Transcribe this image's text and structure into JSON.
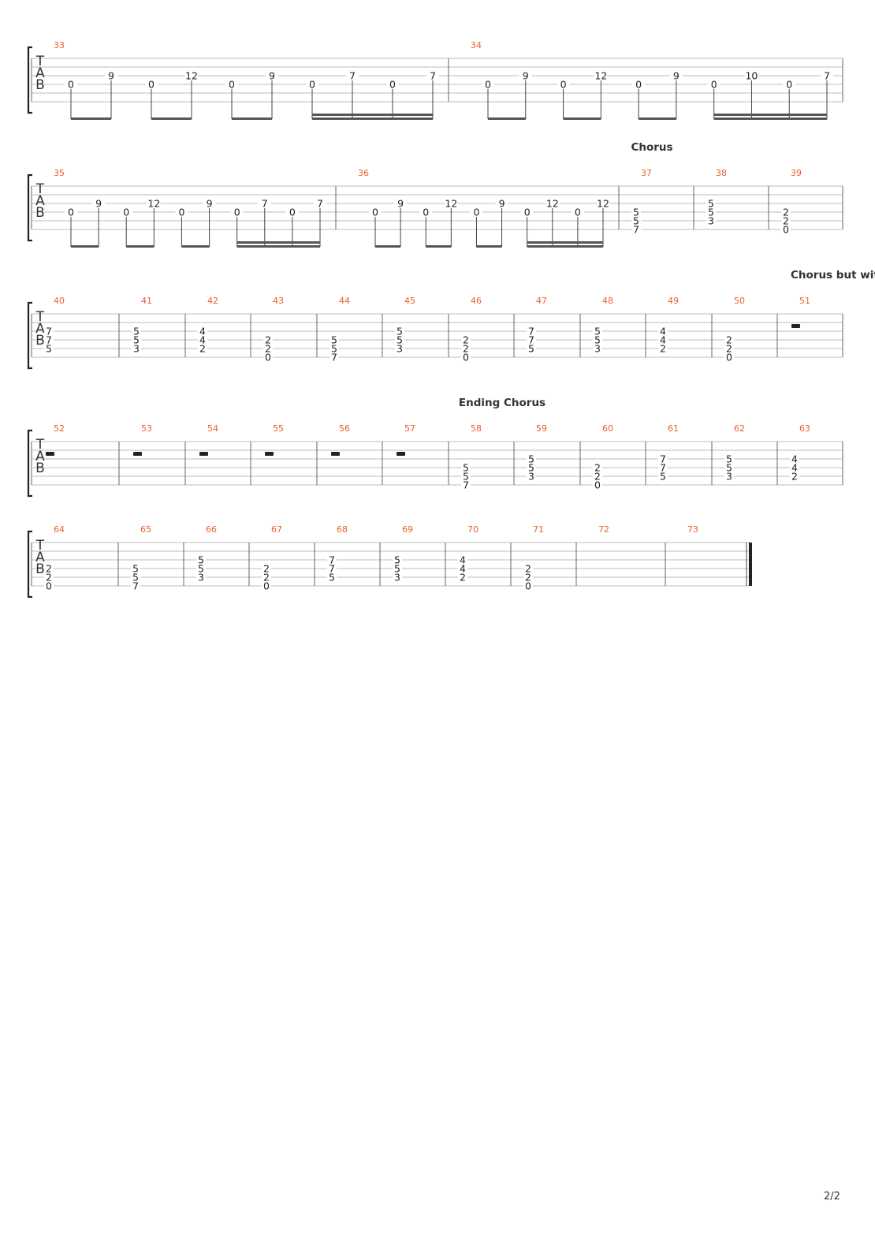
{
  "page": {
    "number": "2/2"
  },
  "colors": {
    "measure_number": "#e8602c",
    "ink": "#222222",
    "staff_line": "#bdbdbd"
  },
  "tab_clef": [
    "T",
    "A",
    "B"
  ],
  "systems": [
    {
      "section": "",
      "measures": [
        {
          "number": "33",
          "notes": [
            {
              "s": 4,
              "f": "0",
              "d": "8"
            },
            {
              "s": 3,
              "f": "9",
              "d": "8"
            },
            {
              "s": 4,
              "f": "0",
              "d": "8"
            },
            {
              "s": 3,
              "f": "12",
              "d": "8"
            },
            {
              "s": 4,
              "f": "0",
              "d": "8"
            },
            {
              "s": 3,
              "f": "9",
              "d": "8"
            },
            {
              "s": 4,
              "f": "0",
              "d": "16"
            },
            {
              "s": 3,
              "f": "7",
              "d": "16"
            },
            {
              "s": 4,
              "f": "0",
              "d": "16"
            },
            {
              "s": 3,
              "f": "7",
              "d": "16"
            }
          ]
        },
        {
          "number": "34",
          "notes": [
            {
              "s": 4,
              "f": "0",
              "d": "8"
            },
            {
              "s": 3,
              "f": "9",
              "d": "8"
            },
            {
              "s": 4,
              "f": "0",
              "d": "8"
            },
            {
              "s": 3,
              "f": "12",
              "d": "8"
            },
            {
              "s": 4,
              "f": "0",
              "d": "8"
            },
            {
              "s": 3,
              "f": "9",
              "d": "8"
            },
            {
              "s": 4,
              "f": "0",
              "d": "16"
            },
            {
              "s": 3,
              "f": "10",
              "d": "16"
            },
            {
              "s": 4,
              "f": "0",
              "d": "16"
            },
            {
              "s": 3,
              "f": "7",
              "d": "16"
            }
          ]
        }
      ]
    },
    {
      "section": "Chorus",
      "measures": [
        {
          "number": "35",
          "notes": [
            {
              "s": 4,
              "f": "0",
              "d": "8"
            },
            {
              "s": 3,
              "f": "9",
              "d": "8"
            },
            {
              "s": 4,
              "f": "0",
              "d": "8"
            },
            {
              "s": 3,
              "f": "12",
              "d": "8"
            },
            {
              "s": 4,
              "f": "0",
              "d": "8"
            },
            {
              "s": 3,
              "f": "9",
              "d": "8"
            },
            {
              "s": 4,
              "f": "0",
              "d": "16"
            },
            {
              "s": 3,
              "f": "7",
              "d": "16"
            },
            {
              "s": 4,
              "f": "0",
              "d": "16"
            },
            {
              "s": 3,
              "f": "7",
              "d": "16"
            }
          ]
        },
        {
          "number": "36",
          "notes": [
            {
              "s": 4,
              "f": "0",
              "d": "8"
            },
            {
              "s": 3,
              "f": "9",
              "d": "8"
            },
            {
              "s": 4,
              "f": "0",
              "d": "8"
            },
            {
              "s": 3,
              "f": "12",
              "d": "8"
            },
            {
              "s": 4,
              "f": "0",
              "d": "8"
            },
            {
              "s": 3,
              "f": "9",
              "d": "8"
            },
            {
              "s": 4,
              "f": "0",
              "d": "16"
            },
            {
              "s": 3,
              "f": "12",
              "d": "16"
            },
            {
              "s": 4,
              "f": "0",
              "d": "16"
            },
            {
              "s": 3,
              "f": "12",
              "d": "16"
            }
          ]
        },
        {
          "number": "37",
          "chord": {
            "4": "5",
            "5": "5",
            "6": "7"
          }
        },
        {
          "number": "38",
          "chord": {
            "3": "5",
            "4": "5",
            "5": "3"
          }
        },
        {
          "number": "39",
          "chord": {
            "4": "2",
            "5": "2",
            "6": "0"
          }
        }
      ]
    },
    {
      "section": "Chorus but wit",
      "measures": [
        {
          "number": "40",
          "chord": {
            "3": "7",
            "4": "7",
            "5": "5"
          }
        },
        {
          "number": "41",
          "chord": {
            "3": "5",
            "4": "5",
            "5": "3"
          }
        },
        {
          "number": "42",
          "chord": {
            "3": "4",
            "4": "4",
            "5": "2"
          }
        },
        {
          "number": "43",
          "chord": {
            "4": "2",
            "5": "2",
            "6": "0"
          }
        },
        {
          "number": "44",
          "chord": {
            "4": "5",
            "5": "5",
            "6": "7"
          }
        },
        {
          "number": "45",
          "chord": {
            "3": "5",
            "4": "5",
            "5": "3"
          }
        },
        {
          "number": "46",
          "chord": {
            "4": "2",
            "5": "2",
            "6": "0"
          }
        },
        {
          "number": "47",
          "chord": {
            "3": "7",
            "4": "7",
            "5": "5"
          }
        },
        {
          "number": "48",
          "chord": {
            "3": "5",
            "4": "5",
            "5": "3"
          }
        },
        {
          "number": "49",
          "chord": {
            "3": "4",
            "4": "4",
            "5": "2"
          }
        },
        {
          "number": "50",
          "chord": {
            "4": "2",
            "5": "2",
            "6": "0"
          }
        },
        {
          "number": "51",
          "rest": true
        }
      ]
    },
    {
      "section": "Ending Chorus",
      "measures": [
        {
          "number": "52",
          "rest": true
        },
        {
          "number": "53",
          "rest": true
        },
        {
          "number": "54",
          "rest": true
        },
        {
          "number": "55",
          "rest": true
        },
        {
          "number": "56",
          "rest": true
        },
        {
          "number": "57",
          "rest": true
        },
        {
          "number": "58",
          "chord": {
            "4": "5",
            "5": "5",
            "6": "7"
          }
        },
        {
          "number": "59",
          "chord": {
            "3": "5",
            "4": "5",
            "5": "3"
          }
        },
        {
          "number": "60",
          "chord": {
            "4": "2",
            "5": "2",
            "6": "0"
          }
        },
        {
          "number": "61",
          "chord": {
            "3": "7",
            "4": "7",
            "5": "5"
          }
        },
        {
          "number": "62",
          "chord": {
            "3": "5",
            "4": "5",
            "5": "3"
          }
        },
        {
          "number": "63",
          "chord": {
            "3": "4",
            "4": "4",
            "5": "2"
          }
        }
      ]
    },
    {
      "section": "",
      "measures": [
        {
          "number": "64",
          "chord": {
            "4": "2",
            "5": "2",
            "6": "0"
          }
        },
        {
          "number": "65",
          "chord": {
            "4": "5",
            "5": "5",
            "6": "7"
          }
        },
        {
          "number": "66",
          "chord": {
            "3": "5",
            "4": "5",
            "5": "3"
          }
        },
        {
          "number": "67",
          "chord": {
            "4": "2",
            "5": "2",
            "6": "0"
          }
        },
        {
          "number": "68",
          "chord": {
            "3": "7",
            "4": "7",
            "5": "5"
          }
        },
        {
          "number": "69",
          "chord": {
            "3": "5",
            "4": "5",
            "5": "3"
          }
        },
        {
          "number": "70",
          "chord": {
            "3": "4",
            "4": "4",
            "5": "2"
          }
        },
        {
          "number": "71",
          "chord": {
            "4": "2",
            "5": "2",
            "6": "0"
          }
        },
        {
          "number": "72",
          "empty": true
        },
        {
          "number": "73",
          "empty": true,
          "final": true
        }
      ]
    }
  ]
}
